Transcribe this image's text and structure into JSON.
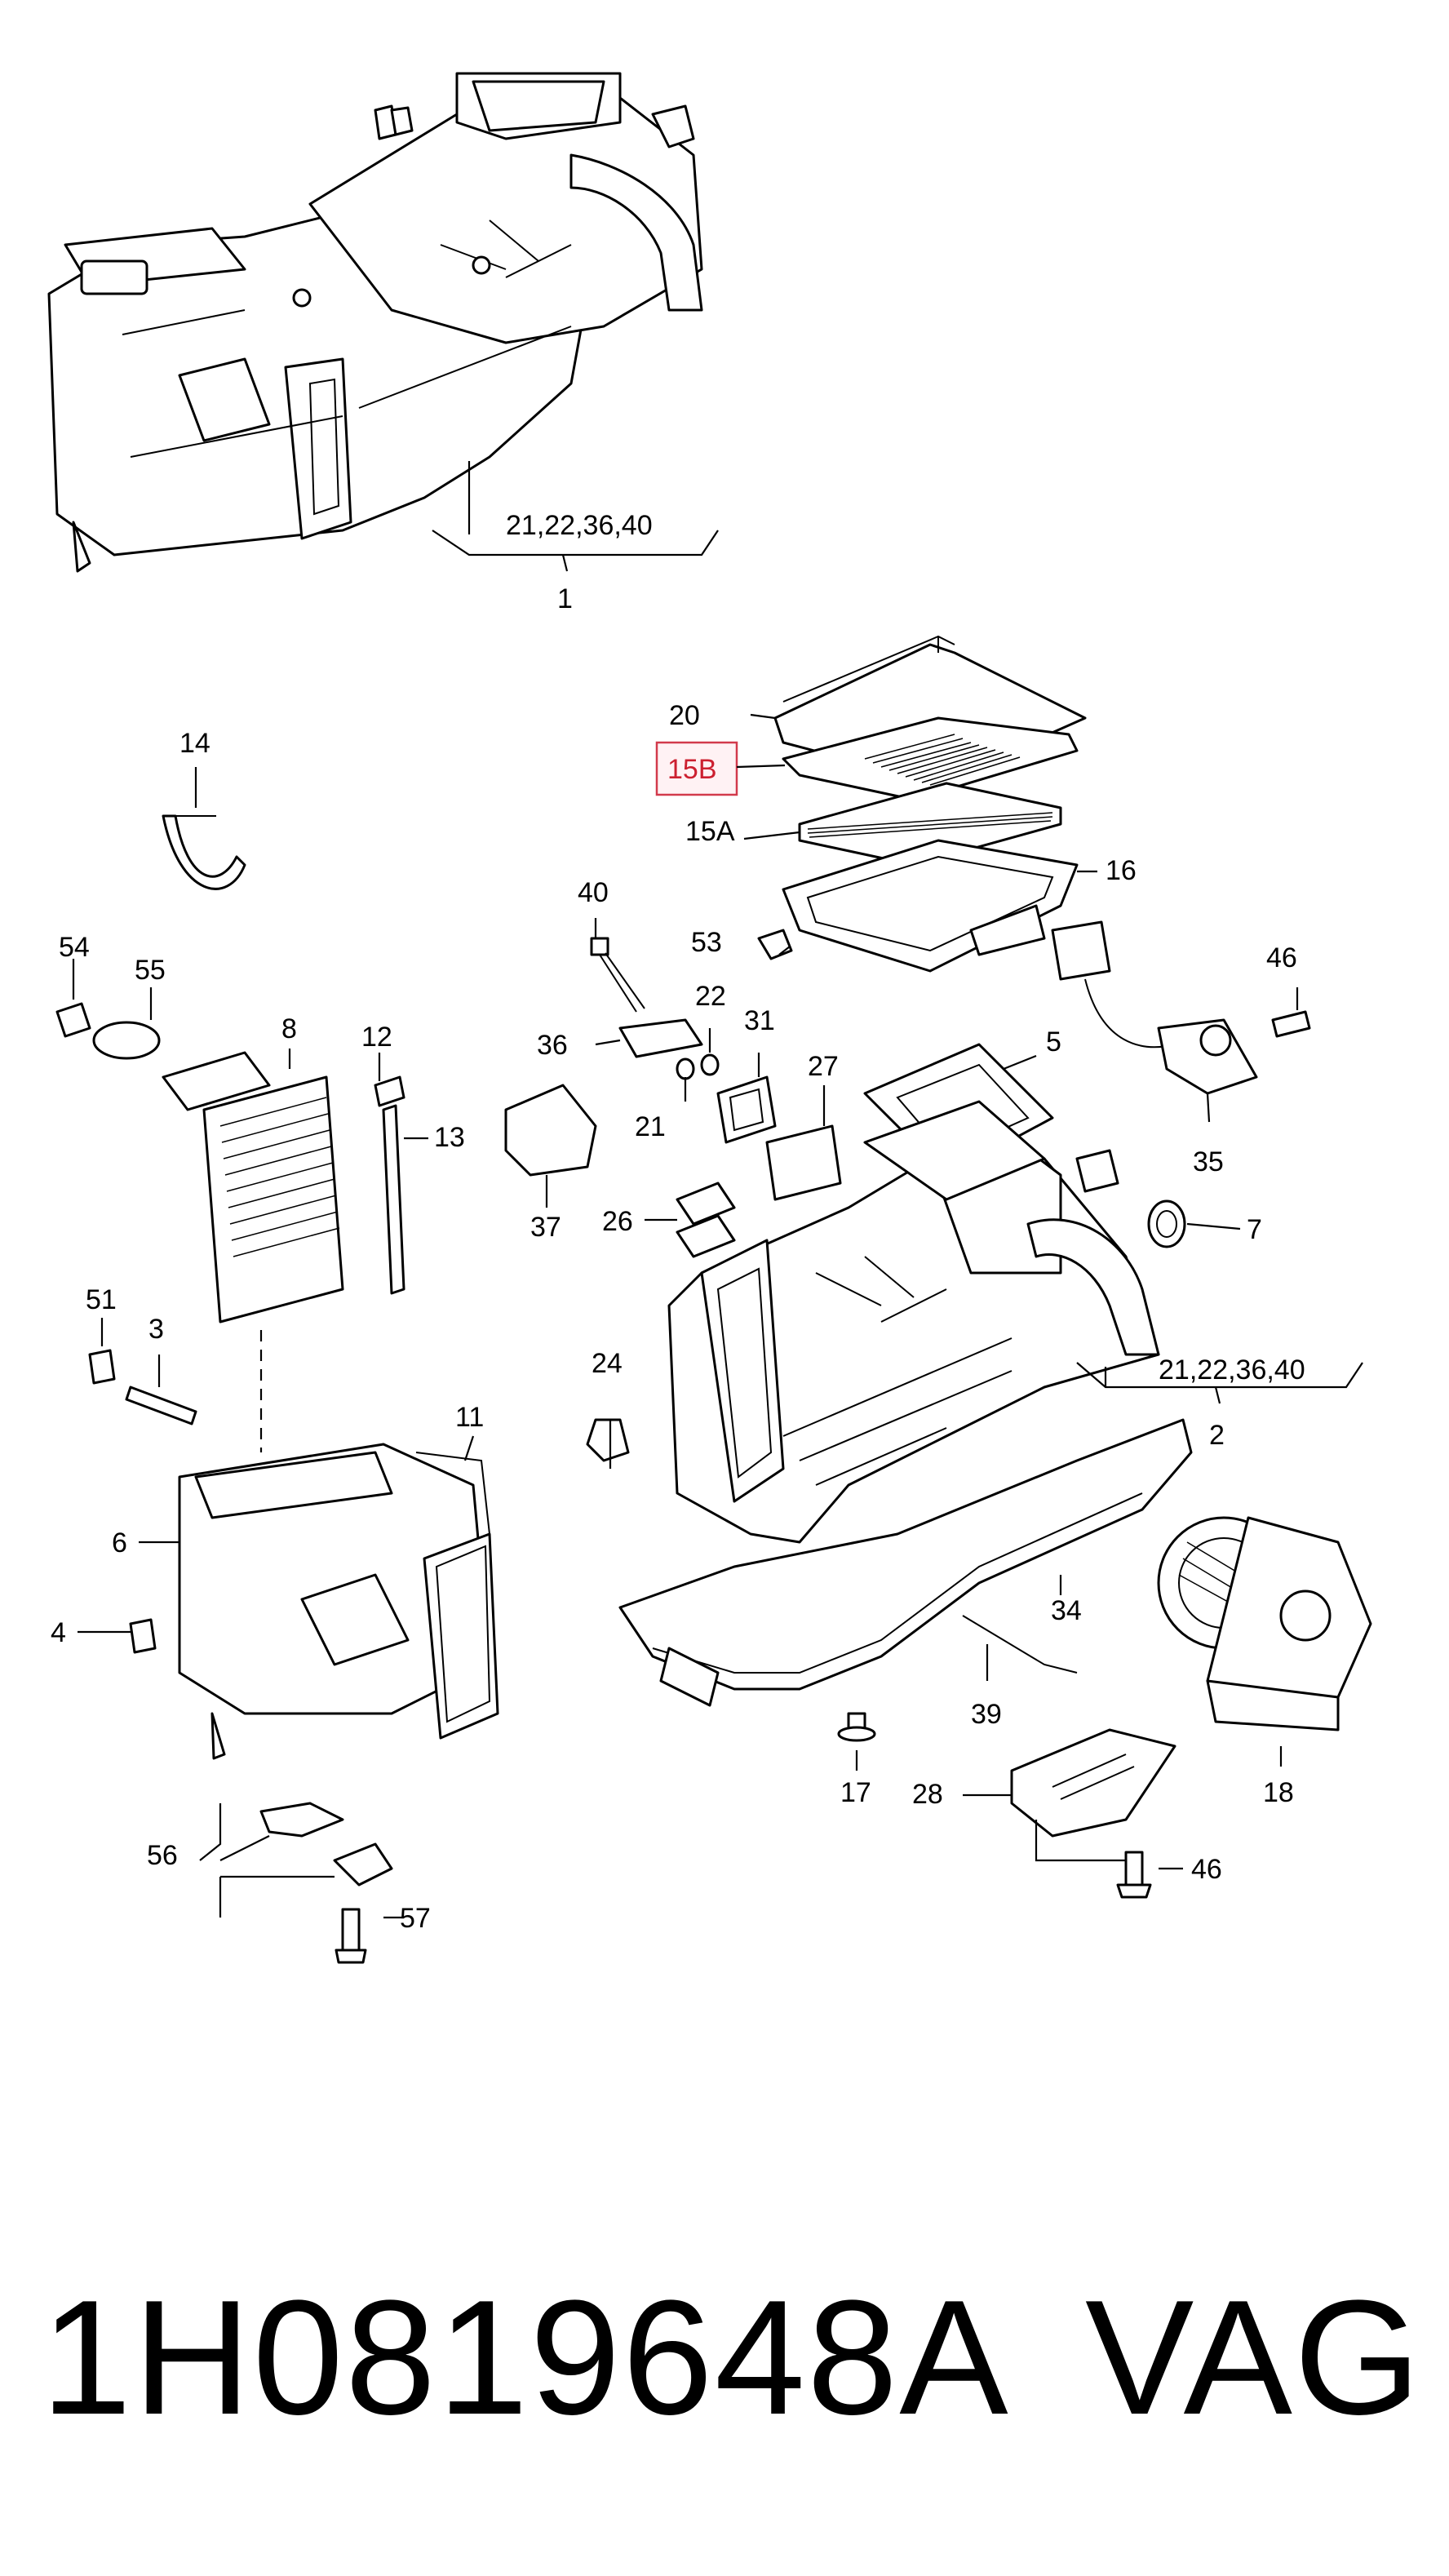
{
  "callouts": {
    "c1": "1",
    "c1_group": "21,22,36,40",
    "c2": "2",
    "c2_group": "21,22,36,40",
    "c3": "3",
    "c4": "4",
    "c5": "5",
    "c6": "6",
    "c7": "7",
    "c8": "8",
    "c11": "11",
    "c12": "12",
    "c13": "13",
    "c14": "14",
    "c15a": "15A",
    "c15b": "15B",
    "c16": "16",
    "c17": "17",
    "c18": "18",
    "c20": "20",
    "c21": "21",
    "c22": "22",
    "c24": "24",
    "c26": "26",
    "c27": "27",
    "c28": "28",
    "c31": "31",
    "c34": "34",
    "c35": "35",
    "c36": "36",
    "c37": "37",
    "c39": "39",
    "c40": "40",
    "c46a": "46",
    "c46b": "46",
    "c51": "51",
    "c53": "53",
    "c54": "54",
    "c55": "55",
    "c56": "56",
    "c57": "57"
  },
  "highlight": {
    "part": "15B",
    "color": "#d23a4c"
  },
  "footer": {
    "part_number": "1H0819648A",
    "brand": "VAG"
  }
}
